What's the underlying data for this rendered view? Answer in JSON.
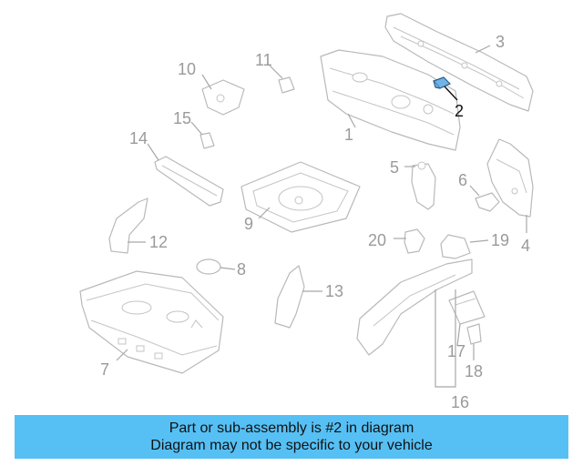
{
  "callouts": [
    {
      "id": "1",
      "label": "1",
      "highlighted": false
    },
    {
      "id": "2",
      "label": "2",
      "highlighted": true
    },
    {
      "id": "3",
      "label": "3",
      "highlighted": false
    },
    {
      "id": "4",
      "label": "4",
      "highlighted": false
    },
    {
      "id": "5",
      "label": "5",
      "highlighted": false
    },
    {
      "id": "6",
      "label": "6",
      "highlighted": false
    },
    {
      "id": "7",
      "label": "7",
      "highlighted": false
    },
    {
      "id": "8",
      "label": "8",
      "highlighted": false
    },
    {
      "id": "9",
      "label": "9",
      "highlighted": false
    },
    {
      "id": "10",
      "label": "10",
      "highlighted": false
    },
    {
      "id": "11",
      "label": "11",
      "highlighted": false
    },
    {
      "id": "12",
      "label": "12",
      "highlighted": false
    },
    {
      "id": "13",
      "label": "13",
      "highlighted": false
    },
    {
      "id": "14",
      "label": "14",
      "highlighted": false
    },
    {
      "id": "15",
      "label": "15",
      "highlighted": false
    },
    {
      "id": "16",
      "label": "16",
      "highlighted": false
    },
    {
      "id": "17",
      "label": "17",
      "highlighted": false
    },
    {
      "id": "18",
      "label": "18",
      "highlighted": false
    },
    {
      "id": "19",
      "label": "19",
      "highlighted": false
    },
    {
      "id": "20",
      "label": "20",
      "highlighted": false
    }
  ],
  "info_bar": {
    "line1": "Part or sub-assembly is #2 in diagram",
    "line2": "Diagram may not be specific to your vehicle"
  },
  "colors": {
    "highlight_part": "#6fb4e8",
    "info_bar_bg": "#56c0f5",
    "line_art": "#b9b9b9"
  }
}
